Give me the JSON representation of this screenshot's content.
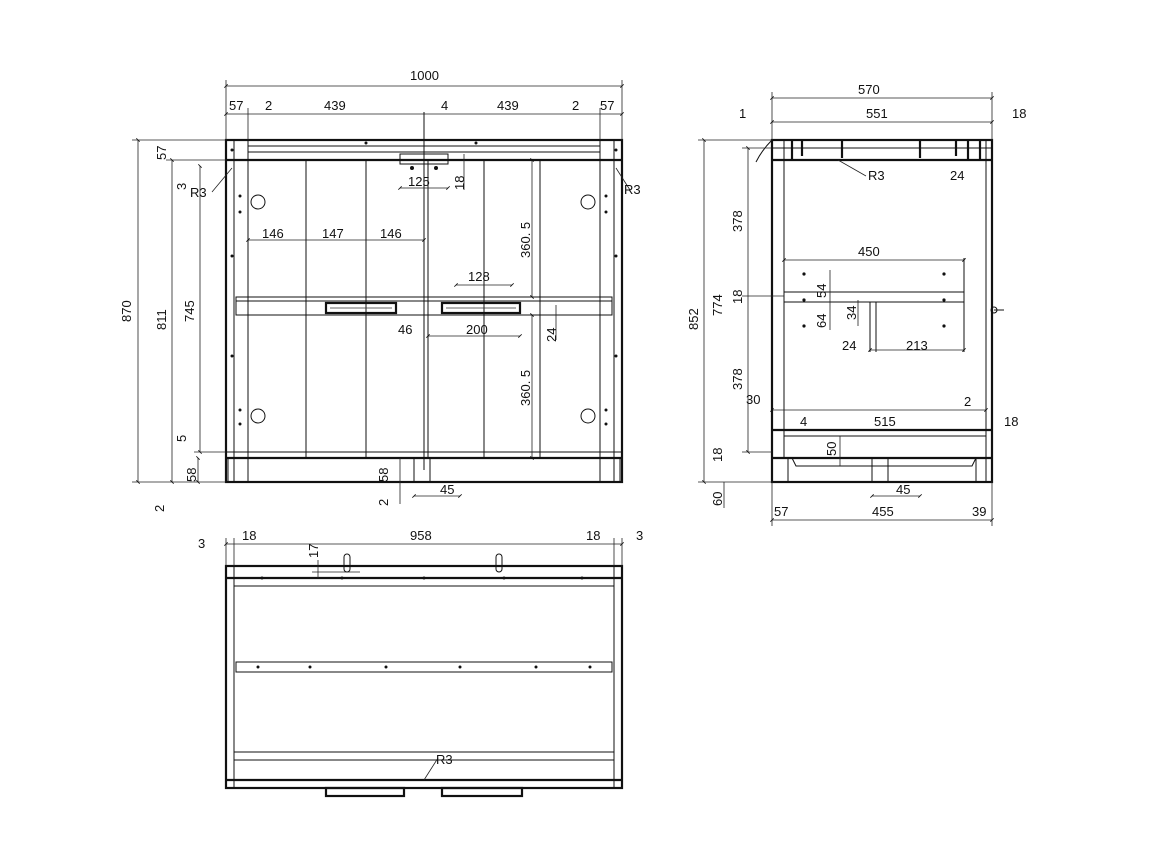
{
  "front_view": {
    "dims": {
      "overall_width": "1000",
      "side_left": "57",
      "gap_left": "2",
      "door_left": "439",
      "center_gap": "4",
      "door_right": "439",
      "gap_right": "2",
      "side_right": "57",
      "overall_height": "870",
      "body_height": "811",
      "door_height": "745",
      "top_rail": "57",
      "top_gap": "3",
      "bottom_gap": "5",
      "bottom_rail": "58",
      "floor_gap": "2",
      "radius_left": "R3",
      "radius_right": "R3",
      "hinge_plate": "125",
      "hinge_plate_h": "18",
      "panel_a": "146",
      "panel_b": "147",
      "panel_c": "146",
      "upper_half": "360. 5",
      "lower_half": "360. 5",
      "handle_hole": "128",
      "handle_len": "200",
      "handle_offset": "46",
      "handle_h": "24",
      "foot_h": "58",
      "foot_gap": "2",
      "foot_w": "45"
    }
  },
  "side_view": {
    "dims": {
      "overall_depth": "570",
      "inner_depth": "551",
      "back_gap": "1",
      "panel_t_top": "18",
      "height_total": "852",
      "height_body": "774",
      "upper_space": "378",
      "lower_space": "378",
      "shelf_t": "18",
      "radius": "R3",
      "rail_h": "24",
      "shelf_depth": "450",
      "drawer_top": "54",
      "drawer_h": "64",
      "slot": "34",
      "slot_w": "24",
      "drawer_depth": "213",
      "front_inset": "30",
      "inset_a": "4",
      "bottom_depth": "515",
      "inset_b": "2",
      "panel_t_bottom": "18",
      "plinth_h": "50",
      "plinth_t": "18",
      "leg_h": "60",
      "front_foot": "57",
      "base_depth": "455",
      "back_foot": "39",
      "foot_w": "45"
    }
  },
  "top_view": {
    "dims": {
      "gap_left": "3",
      "side_left": "18",
      "inner_width": "958",
      "side_right": "18",
      "gap_right": "3",
      "back_offset": "17",
      "radius": "R3"
    }
  }
}
